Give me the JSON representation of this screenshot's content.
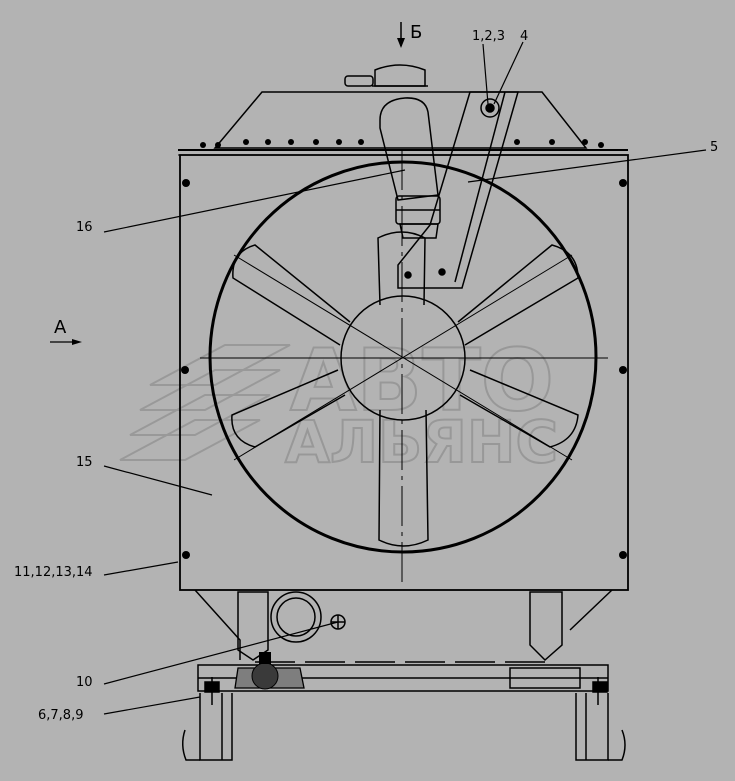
{
  "view_labels": {
    "top_view": "Б",
    "side_view": "А"
  },
  "callouts": {
    "c1": "1,2,3",
    "c4": "4",
    "c5": "5",
    "c16": "16",
    "c15": "15",
    "c11": "11,12,13,14",
    "c10": "10",
    "c6": "6,7,8,9"
  },
  "watermark": {
    "line1": "АВТО",
    "line2": "АЛЬЯНС"
  }
}
